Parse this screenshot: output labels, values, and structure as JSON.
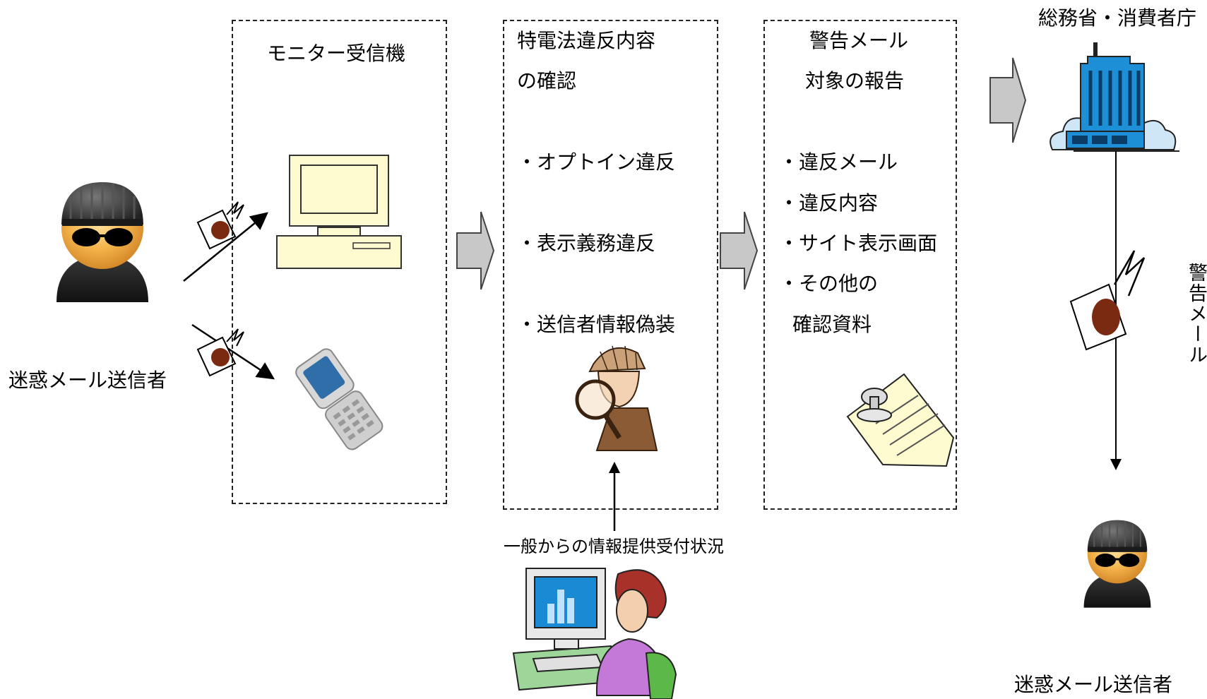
{
  "sender_left": {
    "label": "迷惑メール送信者"
  },
  "monitor_box": {
    "title": "モニター受信機"
  },
  "check_box": {
    "title_line1": "特電法違反内容",
    "title_line2": "の確認",
    "items": [
      "・オプトイン違反",
      "・表示義務違反",
      "・送信者情報偽装"
    ]
  },
  "report_box": {
    "title_line1": "警告メール",
    "title_line2": "対象の報告",
    "items": [
      "・違反メール",
      "・違反内容",
      "・サイト表示画面",
      "・その他の",
      "確認資料"
    ]
  },
  "agency": {
    "label": "総務省・消費者庁"
  },
  "warning_mail": {
    "label": "警告メール"
  },
  "public_info": {
    "label": "一般からの情報提供受付状況"
  },
  "sender_right": {
    "label": "迷惑メール送信者"
  },
  "colors": {
    "arrow_fill": "#c8c8c8",
    "building_blue": "#1d8fd6",
    "cloud_blue": "#cfe6f7",
    "monitor_yellow": "#fffbd0",
    "envelope_brown": "#7a2a10",
    "woman_purple": "#c478d8",
    "chair_green": "#5cb848"
  }
}
